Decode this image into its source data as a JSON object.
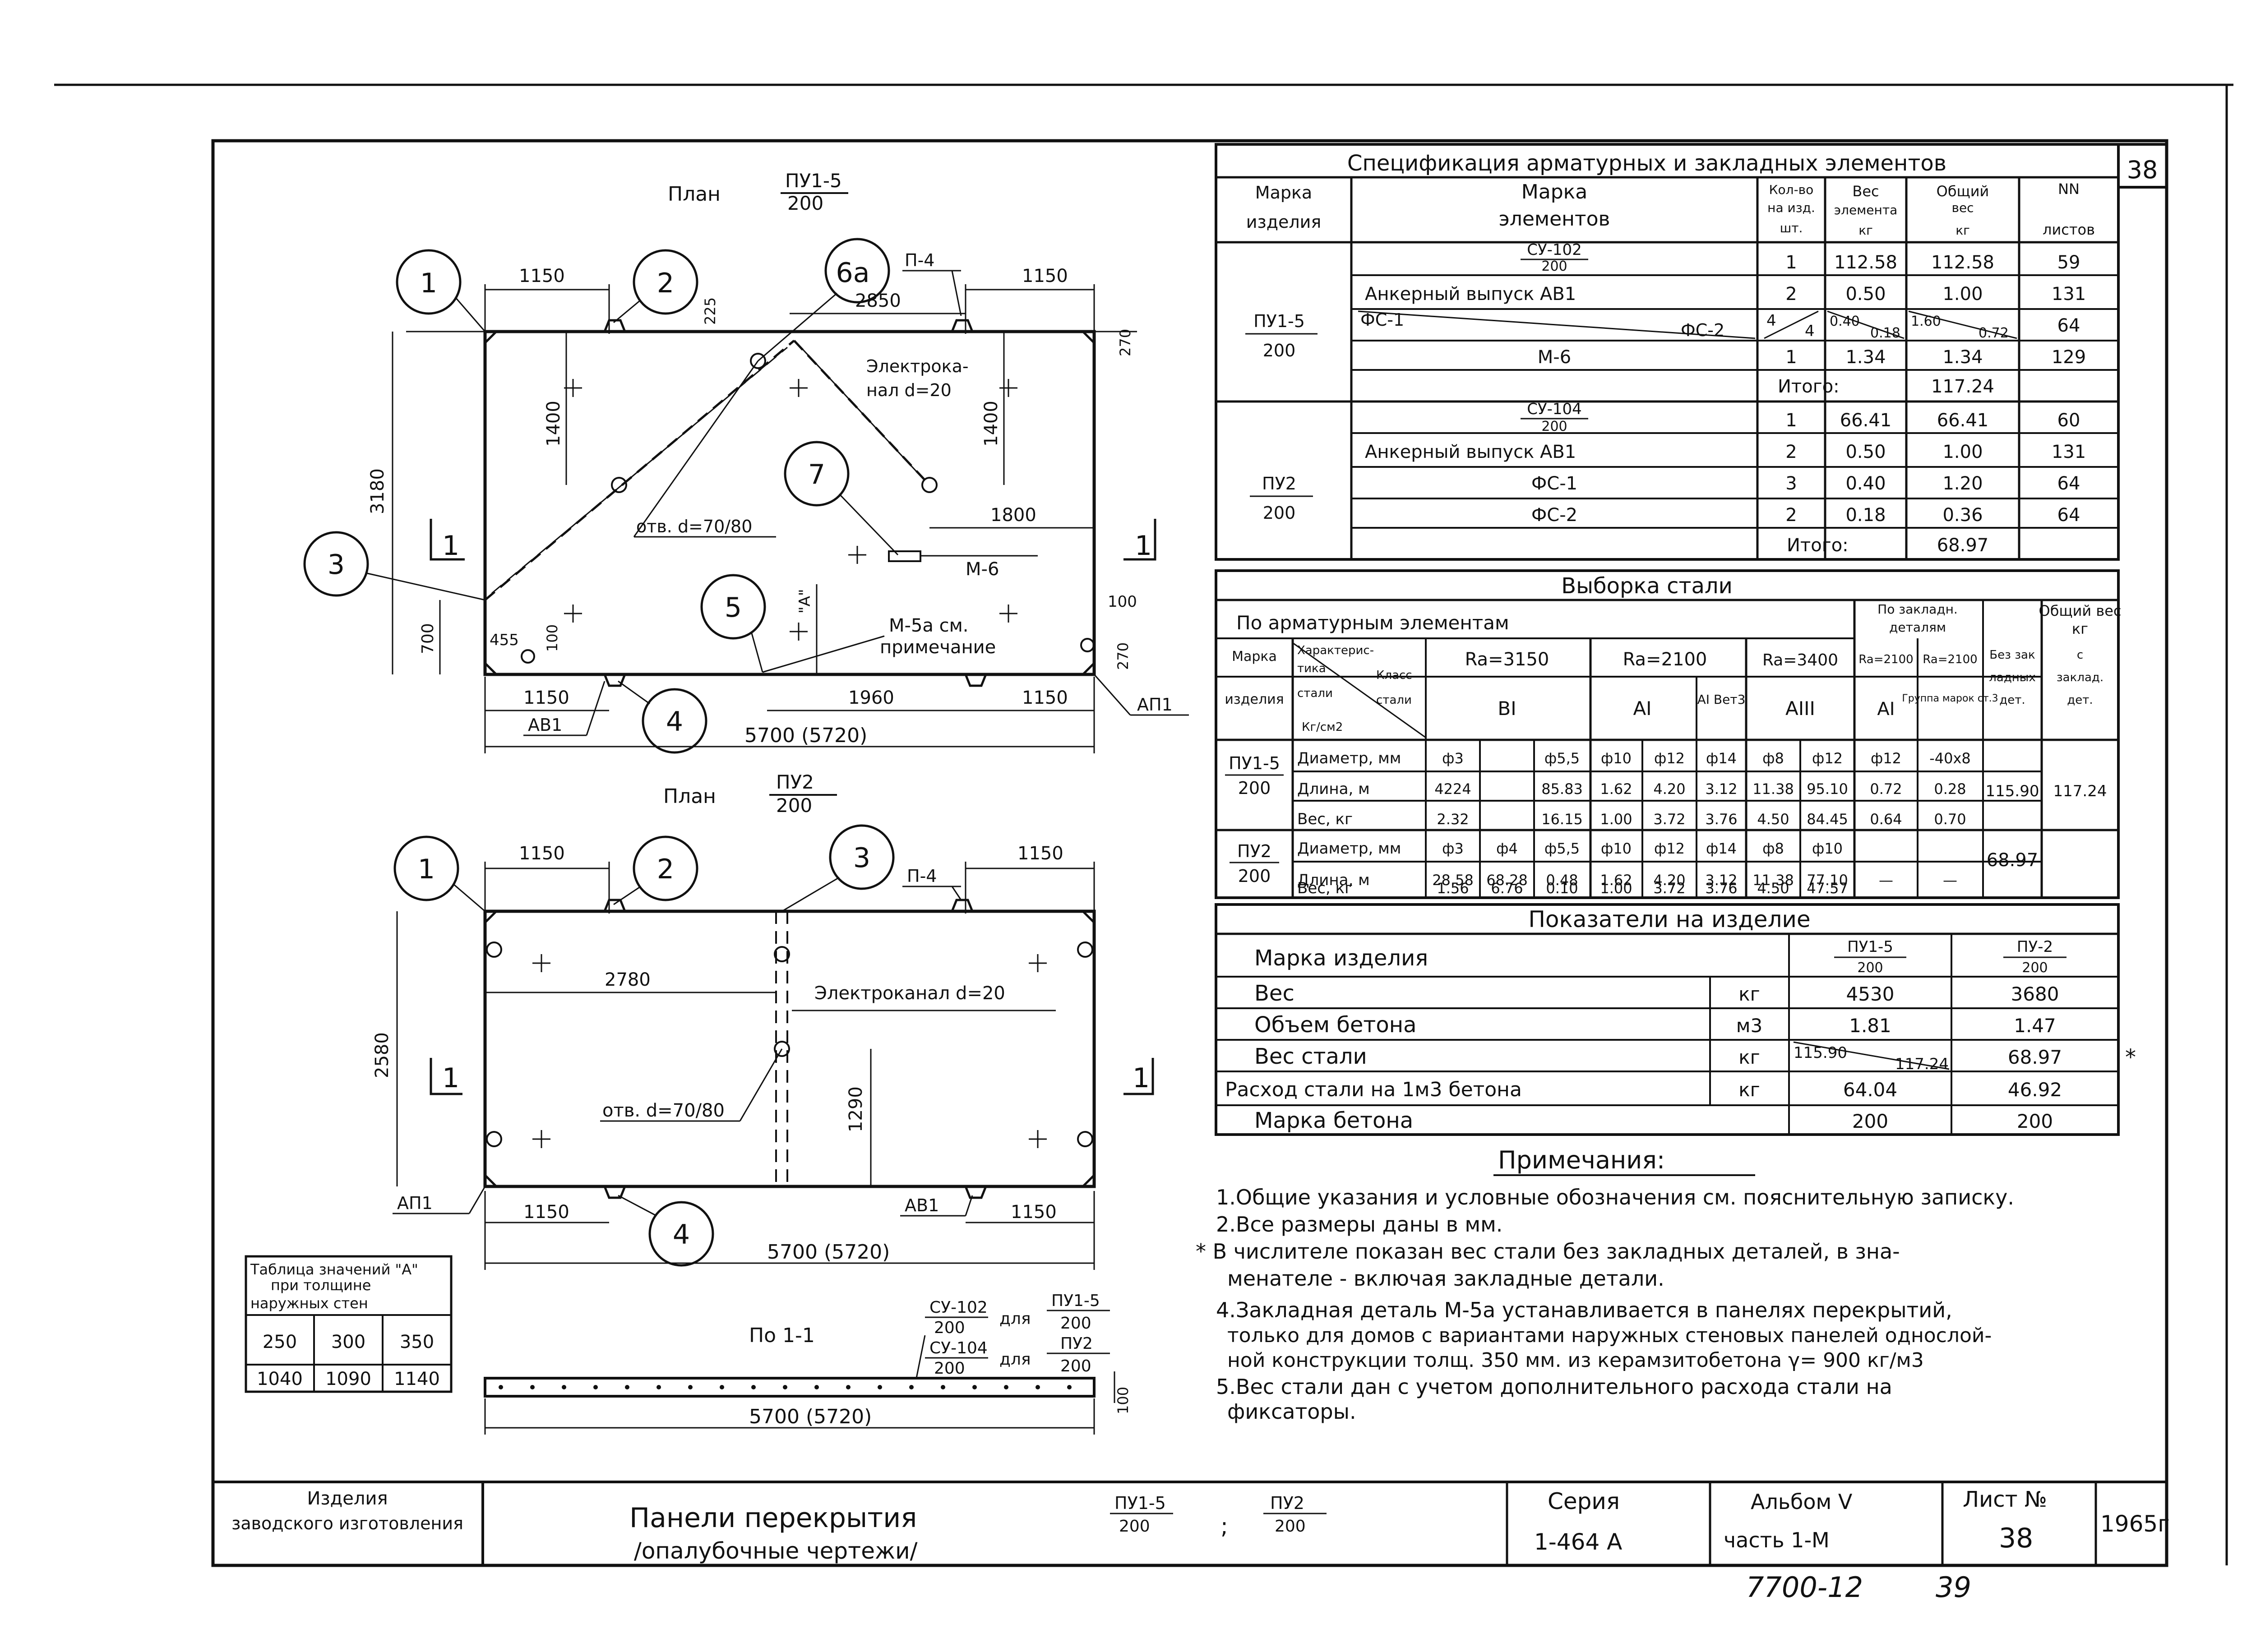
{
  "sheet_corner_no": "38",
  "plan1": {
    "title": "План",
    "mark_num": "ПУ1-5",
    "mark_den": "200",
    "callouts": [
      "1",
      "2",
      "6a",
      "3",
      "7",
      "5",
      "4"
    ],
    "dims": {
      "d1150a": "1150",
      "d1150b": "1150",
      "d2850": "2850",
      "d225": "225",
      "d270a": "270",
      "d1400a": "1400",
      "d1400b": "1400",
      "d3180": "3180",
      "d1800": "1800",
      "d700": "700",
      "d455": "455",
      "d100a": "100",
      "d100b": "100",
      "d270b": "270",
      "d1150c": "1150",
      "d1960": "1960",
      "d1150d": "1150",
      "d5700": "5700 (5720)",
      "dA": "\"A\""
    },
    "labels": {
      "p4": "П-4",
      "channel1": "Электрока-",
      "channel2": "нал d=20",
      "hole": "отв. d=70/80",
      "m6": "М-6",
      "m5a1": "М-5а см.",
      "m5a2": "примечание",
      "ab1": "АВ1",
      "ap1": "АП1",
      "sec_l": "1",
      "sec_r": "1"
    }
  },
  "plan2": {
    "title": "План",
    "mark_num": "ПУ2",
    "mark_den": "200",
    "callouts": [
      "1",
      "2",
      "3",
      "4"
    ],
    "dims": {
      "d1150a": "1150",
      "d1150b": "1150",
      "d2780": "2780",
      "d2580": "2580",
      "d1290": "1290",
      "d1150c": "1150",
      "d1150d": "1150",
      "d5700": "5700 (5720)"
    },
    "labels": {
      "p4": "П-4",
      "channel": "Электроканал d=20",
      "hole": "отв. d=70/80",
      "ap1": "АП1",
      "ab1": "АВ1",
      "sec_l": "1",
      "sec_r": "1"
    }
  },
  "section": {
    "title": "По 1-1",
    "lines": [
      {
        "a_num": "СУ-102",
        "a_den": "200",
        "for": "для",
        "b_num": "ПУ1-5",
        "b_den": "200"
      },
      {
        "a_num": "СУ-104",
        "a_den": "200",
        "for": "для",
        "b_num": "ПУ2",
        "b_den": "200"
      }
    ],
    "dim_len": "5700 (5720)",
    "dim_h": "100"
  },
  "wall_table": {
    "title1": "Таблица значений \"А\"",
    "title2": "при толщине",
    "title3": "наружных стен",
    "row1": [
      "250",
      "300",
      "350"
    ],
    "row2": [
      "1040",
      "1090",
      "1140"
    ]
  },
  "spec": {
    "title": "Спецификация арматурных и закладных элементов",
    "headers": {
      "mark1": "Марка",
      "mark2": "изделия",
      "elem1": "Марка",
      "elem2": "элементов",
      "qty1": "Кол-во",
      "qty2": "на изд.",
      "qty3": "шт.",
      "w1": "Вес",
      "w2": "элемента",
      "w3": "кг",
      "tw1": "Общий",
      "tw2": "вес",
      "tw3": "кг",
      "nn1": "NN",
      "nn2": "листов"
    },
    "groups": [
      {
        "mark_num": "ПУ1-5",
        "mark_den": "200",
        "rows": [
          {
            "el_num": "СУ-102",
            "el_den": "200",
            "qty": "1",
            "w": "112.58",
            "tw": "112.58",
            "sheet": "59"
          },
          {
            "el": "Анкерный выпуск АВ1",
            "qty": "2",
            "w": "0.50",
            "tw": "1.00",
            "sheet": "131"
          },
          {
            "el_a": "ФС-1",
            "el_b": "ФС-2",
            "qty_a": "4",
            "qty_b": "4",
            "w_a": "0.40",
            "w_b": "0.18",
            "tw_a": "1.60",
            "tw_b": "0.72",
            "sheet": "64"
          },
          {
            "el": "М-6",
            "qty": "1",
            "w": "1.34",
            "tw": "1.34",
            "sheet": "129"
          }
        ],
        "total_label": "Итого:",
        "total": "117.24"
      },
      {
        "mark_num": "ПУ2",
        "mark_den": "200",
        "rows": [
          {
            "el_num": "СУ-104",
            "el_den": "200",
            "qty": "1",
            "w": "66.41",
            "tw": "66.41",
            "sheet": "60"
          },
          {
            "el": "Анкерный выпуск АВ1",
            "qty": "2",
            "w": "0.50",
            "tw": "1.00",
            "sheet": "131"
          },
          {
            "el": "ФС-1",
            "qty": "3",
            "w": "0.40",
            "tw": "1.20",
            "sheet": "64"
          },
          {
            "el": "ФС-2",
            "qty": "2",
            "w": "0.18",
            "tw": "0.36",
            "sheet": "64"
          }
        ],
        "total_label": "Итого:",
        "total": "68.97"
      }
    ]
  },
  "steel": {
    "title": "Выборка стали",
    "h_rebar": "По арматурным элементам",
    "h_embed1": "По закладн.",
    "h_embed2": "деталям",
    "h_total1": "Общий вес",
    "h_total2": "кг",
    "h_mark1": "Марка",
    "h_mark2": "изделия",
    "h_char1": "Характерис-",
    "h_char2": "тика",
    "h_char3": "стали",
    "h_char4": "Кг/см2",
    "h_class1": "Класс",
    "h_class2": "стали",
    "ra": [
      "Ra=3150",
      "Ra=2100",
      "Ra=3400",
      "Ra=2100",
      "Ra=2100"
    ],
    "cls": [
      "ВI",
      "АI",
      "АI Вет3",
      "АIII",
      "АI",
      "Группа марок ст.3"
    ],
    "h_without1": "Без зак",
    "h_without2": "ладных",
    "h_without3": "дет.",
    "h_with1": "с",
    "h_with2": "заклад.",
    "h_with3": "дет.",
    "groups": [
      {
        "mark_num": "ПУ1-5",
        "mark_den": "200",
        "rows": [
          {
            "label": "Диаметр, мм",
            "cells": [
              "ф3",
              "",
              "ф5,5",
              "ф10",
              "ф12",
              "ф14",
              "ф8",
              "ф12",
              "ф12",
              "-40х8"
            ]
          },
          {
            "label": "Длина, м",
            "cells": [
              "4224",
              "",
              "85.83",
              "1.62",
              "4.20",
              "3.12",
              "11.38",
              "95.10",
              "0.72",
              "0.28"
            ]
          },
          {
            "label": "Вес, кг",
            "cells": [
              "2.32",
              "",
              "16.15",
              "1.00",
              "3.72",
              "3.76",
              "4.50",
              "84.45",
              "0.64",
              "0.70"
            ]
          }
        ],
        "total_without": "115.90",
        "total_with": "117.24"
      },
      {
        "mark_num": "ПУ2",
        "mark_den": "200",
        "rows": [
          {
            "label": "Диаметр, мм",
            "cells": [
              "ф3",
              "ф4",
              "ф5,5",
              "ф10",
              "ф12",
              "ф14",
              "ф8",
              "ф10",
              "",
              ""
            ]
          },
          {
            "label": "Длина, м",
            "cells": [
              "28.58",
              "68.28",
              "0.48",
              "1.62",
              "4.20",
              "3.12",
              "11.38",
              "77.10",
              "—",
              "—"
            ]
          },
          {
            "label": "Вес, кг",
            "cells": [
              "1.56",
              "6.76",
              "0.10",
              "1.00",
              "3.72",
              "3.76",
              "4.50",
              "47.57",
              "",
              ""
            ]
          }
        ],
        "total_merged": "68.97"
      }
    ]
  },
  "indicators": {
    "title": "Показатели на изделие",
    "head": {
      "label": "Марка изделия",
      "c1_num": "ПУ1-5",
      "c1_den": "200",
      "c2_num": "ПУ-2",
      "c2_den": "200"
    },
    "rows": [
      {
        "label": "Вес",
        "unit": "кг",
        "v1": "4530",
        "v2": "3680"
      },
      {
        "label": "Объем бетона",
        "unit": "м3",
        "v1": "1.81",
        "v2": "1.47"
      },
      {
        "label": "Вес стали",
        "unit": "кг",
        "v1a": "115.90",
        "v1b": "117.24",
        "v2": "68.97",
        "star": "*"
      },
      {
        "label": "Расход стали на 1м3 бетона",
        "unit": "кг",
        "v1": "64.04",
        "v2": "46.92"
      },
      {
        "label": "Марка бетона",
        "unit": "",
        "v1": "200",
        "v2": "200"
      }
    ]
  },
  "notes": {
    "title": "Примечания:",
    "lines": [
      "1.Общие указания и условные обозначения см. пояснительную записку.",
      "2.Все размеры даны в мм.",
      "* В числителе показан вес стали без закладных деталей, в зна-",
      "менателе - включая закладные детали.",
      "4.Закладная деталь М-5а устанавливается в панелях перекрытий,",
      "только для домов с вариантами наружных стеновых панелей однослой-",
      "ной конструкции толщ. 350 мм. из керамзитобетона γ= 900 кг/м3",
      "5.Вес стали дан с учетом дополнительного расхода стали на",
      "фиксаторы."
    ]
  },
  "title_block": {
    "left1": "Изделия",
    "left2": "заводского изготовления",
    "main": "Панели перекрытия",
    "sub": "/опалубочные чертежи/",
    "m1_num": "ПУ1-5",
    "m1_den": "200",
    "sep": ";",
    "m2_num": "ПУ2",
    "m2_den": "200",
    "series_label": "Серия",
    "series": "1-464 А",
    "album_label": "Альбом V",
    "part": "часть 1-М",
    "sheet_label": "Лист №",
    "sheet": "38",
    "year": "1965г"
  },
  "footer": {
    "code": "7700-12",
    "page": "39"
  }
}
